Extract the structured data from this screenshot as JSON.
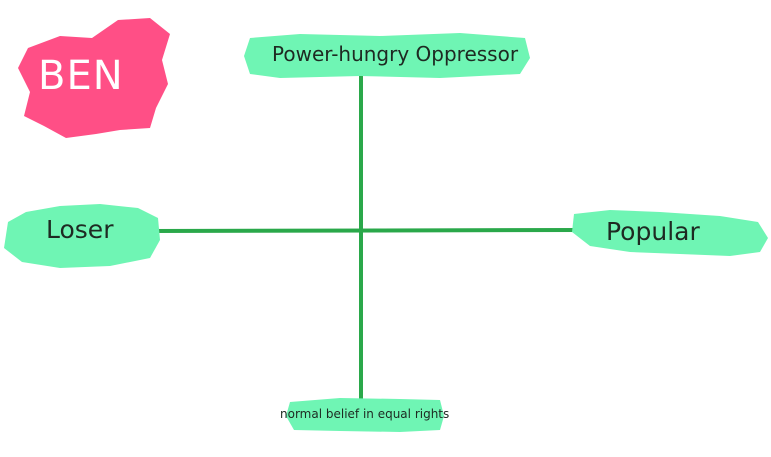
{
  "subject": {
    "name": "BEN",
    "color": "#ff4f86"
  },
  "axes": {
    "top": "Power-hungry Oppressor",
    "bottom": "normal belief in equal rights",
    "left": "Loser",
    "right": "Popular"
  },
  "colors": {
    "axis_line": "#2aa84a",
    "label_highlight": "#6ff5b4",
    "name_blob": "#ff4f86",
    "text": "#1e2a22"
  }
}
